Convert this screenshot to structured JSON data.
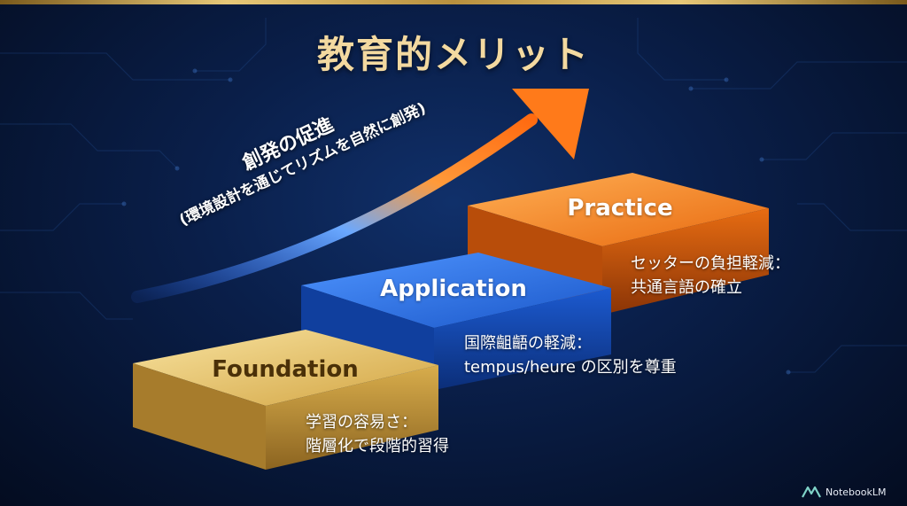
{
  "title": "教育的メリット",
  "arrow": {
    "title": "創発の促進",
    "subtitle": "(環境設計を通じてリズムを自然に創発)"
  },
  "steps": [
    {
      "label": "Foundation",
      "desc_line1": "学習の容易さ：",
      "desc_line2": "階層化で段階的習得",
      "color": "#e0b550"
    },
    {
      "label": "Application",
      "desc_line1": "国際齟齬の軽減：",
      "desc_line2": "tempus/heure の区別を尊重",
      "color": "#1f63d6"
    },
    {
      "label": "Practice",
      "desc_line1": "セッターの負担軽減：",
      "desc_line2": "共通言語の確立",
      "color": "#f07a1a"
    }
  ],
  "watermark": {
    "text": "NotebookLM",
    "icon": "notebooklm-icon"
  },
  "colors": {
    "title": "#f3d9a0",
    "background": "#0a1f4a",
    "gold": "#e0b550",
    "blue": "#1f63d6",
    "orange": "#f07a1a"
  }
}
